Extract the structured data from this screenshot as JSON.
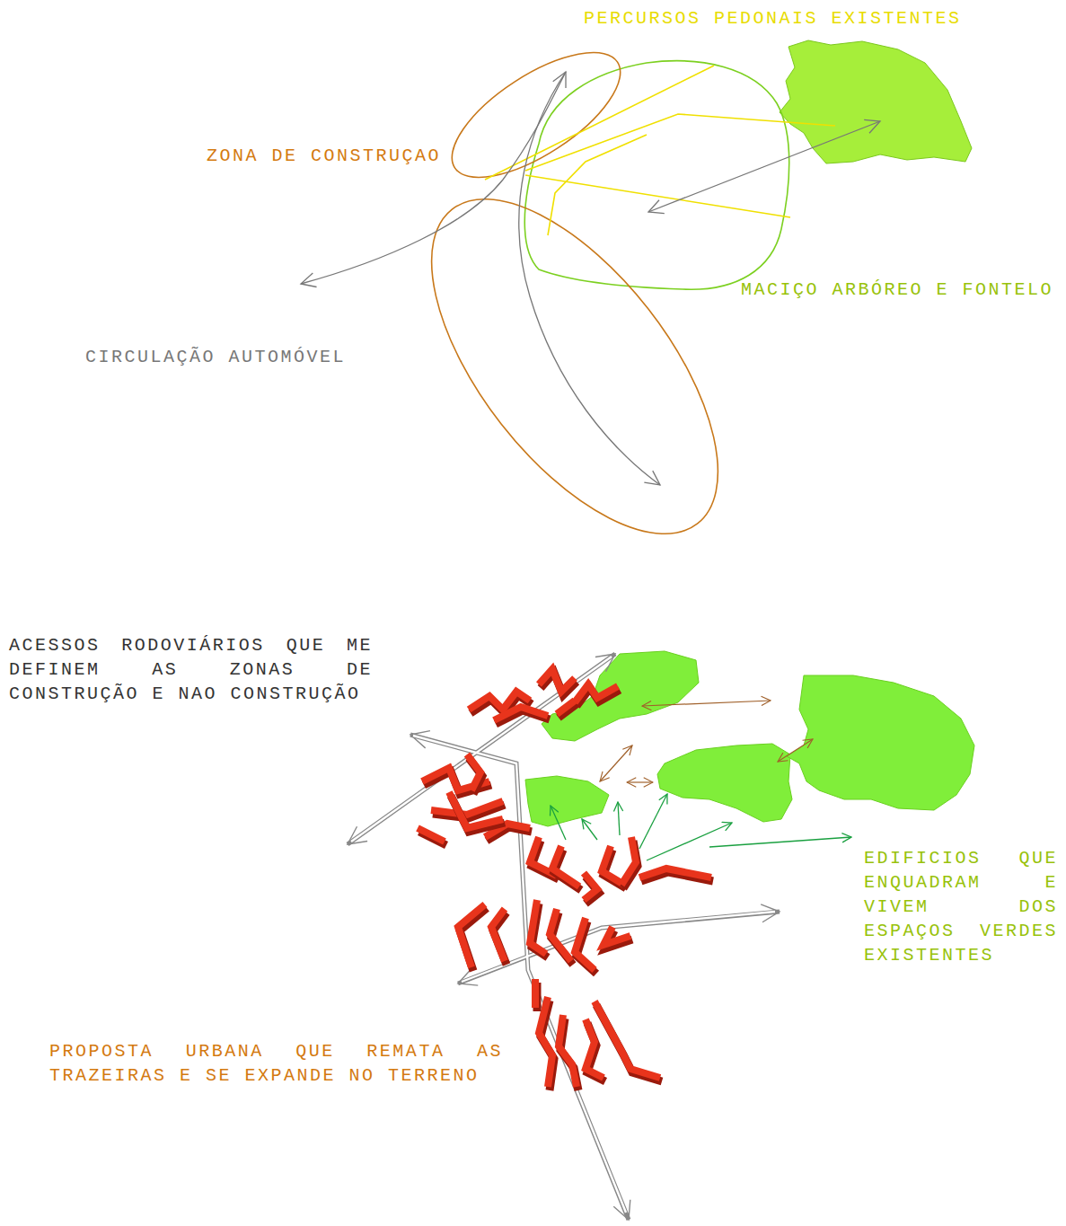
{
  "diagram": {
    "labels": [
      "PERCURSOS PEDONAIS EXISTENTES",
      "ZONA DE CONSTRUÇAO",
      "MACIÇO ARBÓREO E FONTELO",
      "CIRCULAÇÃO AUTOMÓVEL",
      "ACESSOS RODOVIÁRIOS QUE ME DEFINEM AS ZONAS DE CONSTRUÇÃO E NAO CONSTRUÇÃO",
      "EDIFICIOS QUE ENQUADRAM E VIVEM DOS ESPAÇOS VERDES EXISTENTES",
      "PROPOSTA URBANA QUE REMATA AS TRAZEIRAS E SE EXPANDE NO TERRENO"
    ]
  }
}
